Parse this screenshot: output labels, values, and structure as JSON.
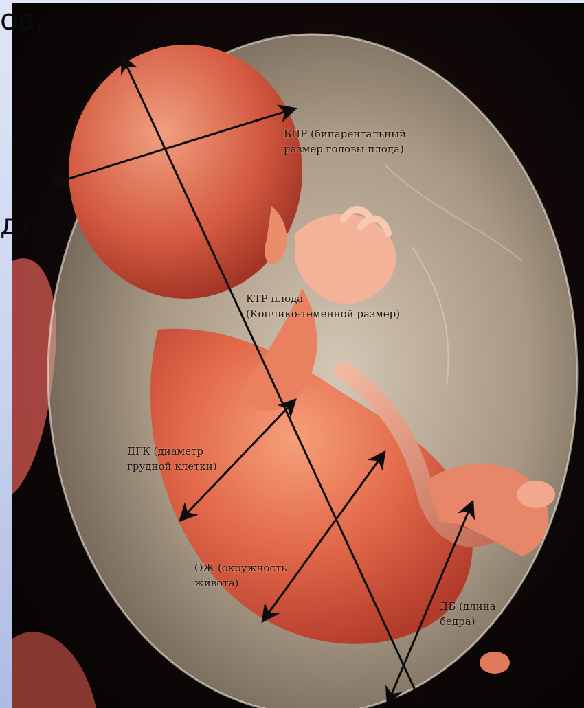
{
  "slide": {
    "background_text_top": "ов,",
    "background_text_mid": "для"
  },
  "image": {
    "subject": "fetus-in-amniotic-sac",
    "colors": {
      "background": "#0a0606",
      "sac": "#e8dccb",
      "skin": "#e07050",
      "arrows": "#0c0c0c"
    }
  },
  "labels": {
    "bpr": {
      "line1": "БПР (бипарентальный",
      "line2": "размер головы плода)"
    },
    "ktr": {
      "line1": "КТР плода",
      "line2": "(Копчико-теменной размер)"
    },
    "dgk": {
      "line1": "ДГК (диаметр",
      "line2": "грудной клетки)"
    },
    "ozh": {
      "line1": "ОЖ (окружность",
      "line2": "живота)"
    },
    "db": {
      "line1": "ДБ (длина",
      "line2": "бедра)"
    }
  }
}
